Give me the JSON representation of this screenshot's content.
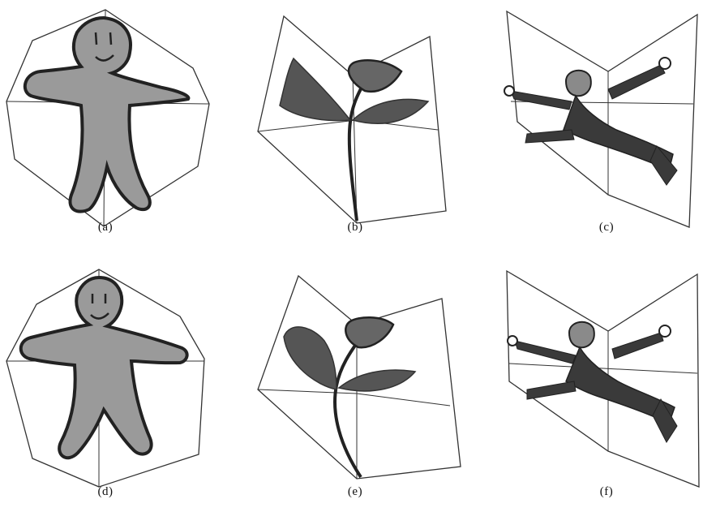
{
  "figure": {
    "panels": [
      {
        "id": "a",
        "label": "(a)",
        "subject": "gingerbread-figure"
      },
      {
        "id": "b",
        "label": "(b)",
        "subject": "flower"
      },
      {
        "id": "c",
        "label": "(c)",
        "subject": "jumping-man"
      },
      {
        "id": "d",
        "label": "(d)",
        "subject": "gingerbread-figure"
      },
      {
        "id": "e",
        "label": "(e)",
        "subject": "flower"
      },
      {
        "id": "f",
        "label": "(f)",
        "subject": "jumping-man"
      }
    ],
    "colors": {
      "line": "#333333",
      "fill_gray": "#9a9a9a",
      "fill_dark": "#4a4a4a",
      "leaf": "#555555",
      "suit": "#3a3a3a"
    }
  }
}
